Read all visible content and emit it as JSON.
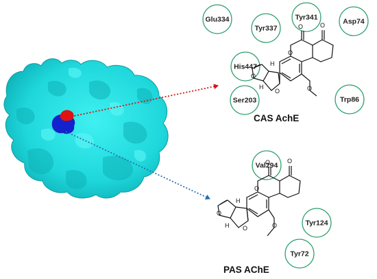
{
  "colors": {
    "protein_surface": "#22dede",
    "protein_shadow": "#119fa6",
    "cas_site": "#e01212",
    "pas_site": "#1222cc",
    "cas_arrow": "#d41414",
    "pas_arrow": "#2a6fb0",
    "residue_circle": "#2e9e6e",
    "bond": "#111111"
  },
  "cas_panel": {
    "title": "CAS AchE",
    "residues": [
      "Glu334",
      "Tyr337",
      "Tyr341",
      "Asp74",
      "His447",
      "Ser203",
      "Trp86"
    ]
  },
  "pas_panel": {
    "title": "PAS AChE",
    "residues": [
      "Val294",
      "Tyr124",
      "Tyr72"
    ]
  },
  "molecule": {
    "carbonyl_label": "O",
    "ring_oxygen_label": "O",
    "furan_oxygen_label": "O",
    "methoxy_label": "O",
    "stereo_h_label": "H"
  },
  "arrows": [
    "cas-arrow",
    "pas-arrow"
  ]
}
